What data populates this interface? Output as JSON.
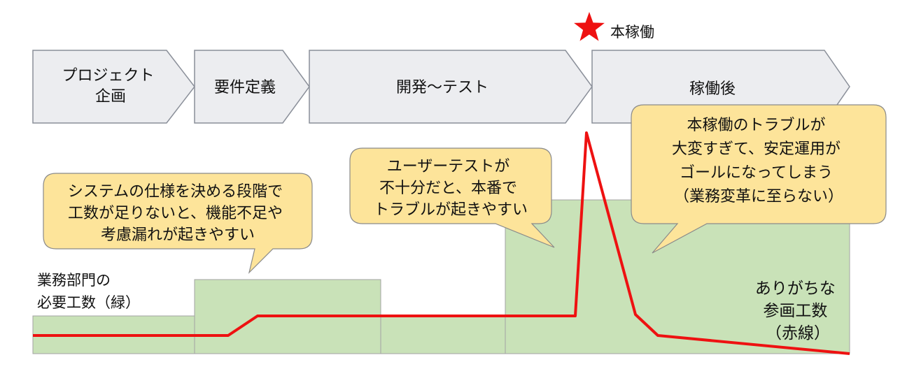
{
  "milestone": {
    "label": "本稼働",
    "icon": "star-icon",
    "color": "#ee1111"
  },
  "phases": [
    {
      "lines": [
        "プロジェクト",
        "企画"
      ]
    },
    {
      "lines": [
        "要件定義"
      ]
    },
    {
      "lines": [
        "開発～テスト"
      ]
    },
    {
      "lines": [
        "稼働後"
      ]
    }
  ],
  "callouts": {
    "requirements": [
      "システムの仕様を決める段階で",
      "工数が足りないと、機能不足や",
      "考慮漏れが起きやすい"
    ],
    "user_test": [
      "ユーザーテストが",
      "不十分だと、本番で",
      "トラブルが起きやすい"
    ],
    "go_live": [
      "本稼働のトラブルが",
      "大変すぎて、安定運用が",
      "ゴールになってしまう",
      "（業務変革に至らない）"
    ]
  },
  "labels": {
    "business_required": [
      "業務部門の",
      "必要工数（緑）"
    ],
    "typical_actual": [
      "ありがちな",
      "参画工数",
      "（赤線）"
    ]
  },
  "colors": {
    "phase_fill": "#ecedf0",
    "phase_stroke": "#8a8f99",
    "required_fill": "#c9e2b8",
    "required_stroke": "#a3a3a3",
    "actual_line": "#ee1111",
    "callout_fill": "#fde49a",
    "callout_stroke": "#8a8a8a"
  }
}
